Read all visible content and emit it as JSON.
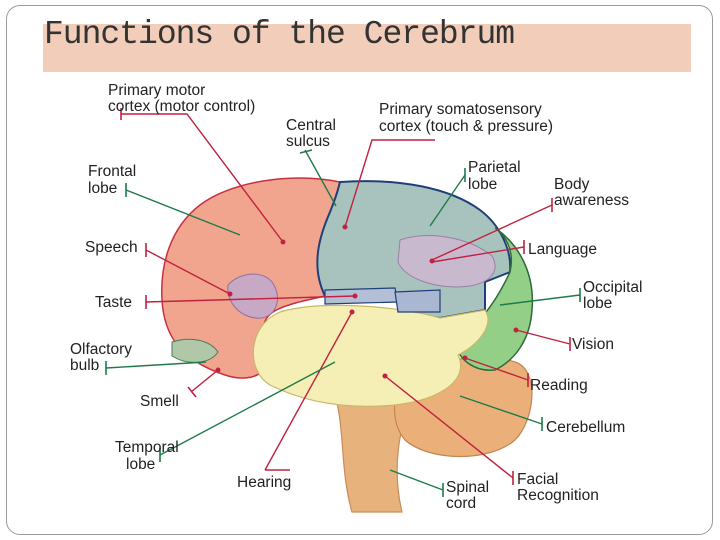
{
  "title": "Functions of the Cerebrum",
  "labels": {
    "primary_motor_1": "Primary motor",
    "primary_motor_2": "cortex (motor control)",
    "central_1": "Central",
    "central_2": "sulcus",
    "somato_1": "Primary somatosensory",
    "somato_2": "cortex (touch & pressure)",
    "frontal_1": "Frontal",
    "frontal_2": "lobe",
    "parietal_1": "Parietal",
    "parietal_2": "lobe",
    "body_1": "Body",
    "body_2": "awareness",
    "speech": "Speech",
    "language": "Language",
    "taste": "Taste",
    "occipital_1": "Occipital",
    "occipital_2": "lobe",
    "olfactory_1": "Olfactory",
    "olfactory_2": "bulb",
    "vision": "Vision",
    "smell": "Smell",
    "reading": "Reading",
    "cerebellum": "Cerebellum",
    "temporal_1": "Temporal",
    "temporal_2": "lobe",
    "hearing": "Hearing",
    "facial_1": "Facial",
    "facial_2": "Recognition",
    "spinal_1": "Spinal",
    "spinal_2": "cord"
  },
  "colors": {
    "frontal": "#f2a58e",
    "parietal": "#a9c4be",
    "temporal": "#f6efb4",
    "occipital": "#8fcf84",
    "cerebellum": "#eab07a",
    "brainstem": "#e7b07c",
    "red_line": "#c0223f",
    "green_line": "#1f7a4a",
    "title_bar": "#f2cdb9"
  }
}
